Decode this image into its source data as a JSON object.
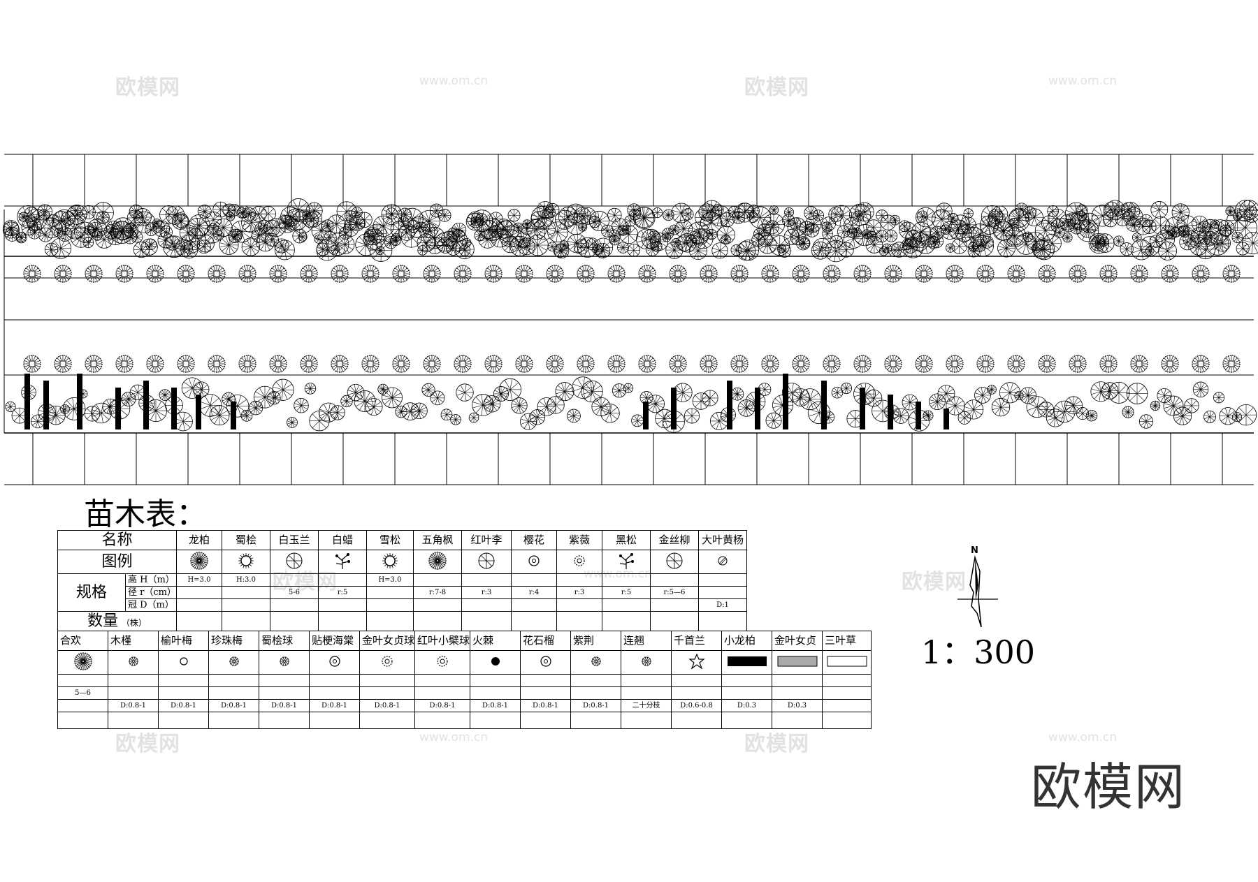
{
  "watermark": {
    "brand": "欧模网",
    "url": "www.om.cn"
  },
  "title": "苗木表：",
  "scale": "1：300",
  "brand_logo": "欧模网",
  "north_label": "N",
  "table1": {
    "row_labels": {
      "name": "名称",
      "legend": "图例",
      "spec": "规格",
      "qty": "数量",
      "qty_unit": "（株）"
    },
    "spec_sub": [
      "高 H（m）",
      "径 r（cm）",
      "冠 D（m）"
    ],
    "columns": [
      {
        "name": "龙柏",
        "icon": "starburst-tree-icon",
        "h": "H=3.0",
        "r": "",
        "d": ""
      },
      {
        "name": "蜀桧",
        "icon": "spiky-ball-icon",
        "h": "H:3.0",
        "r": "",
        "d": ""
      },
      {
        "name": "白玉兰",
        "icon": "flower-tree-icon",
        "h": "",
        "r": "5-6",
        "d": ""
      },
      {
        "name": "白蜡",
        "icon": "branch-tree-icon",
        "h": "",
        "r": "r:5",
        "d": ""
      },
      {
        "name": "雪松",
        "icon": "cedar-icon",
        "h": "H=3.0",
        "r": "",
        "d": ""
      },
      {
        "name": "五角枫",
        "icon": "maple-icon",
        "h": "",
        "r": "r:7-8",
        "d": ""
      },
      {
        "name": "红叶李",
        "icon": "plum-icon",
        "h": "",
        "r": "r:3",
        "d": ""
      },
      {
        "name": "樱花",
        "icon": "cherry-icon",
        "h": "",
        "r": "r:4",
        "d": ""
      },
      {
        "name": "紫薇",
        "icon": "crape-myrtle-icon",
        "h": "",
        "r": "r:3",
        "d": ""
      },
      {
        "name": "黑松",
        "icon": "pine-icon",
        "h": "",
        "r": "r:5",
        "d": ""
      },
      {
        "name": "金丝柳",
        "icon": "willow-icon",
        "h": "",
        "r": "r:5—6",
        "d": ""
      },
      {
        "name": "大叶黄杨",
        "icon": "hatched-circle-icon",
        "h": "",
        "r": "",
        "d": "D:1"
      }
    ]
  },
  "table2": {
    "columns": [
      {
        "name": "合欢",
        "icon": "silk-tree-icon",
        "r": "5—6",
        "d": ""
      },
      {
        "name": "木槿",
        "icon": "hibiscus-icon",
        "r": "",
        "d": "D:0.8-1"
      },
      {
        "name": "榆叶梅",
        "icon": "small-circle-icon",
        "r": "",
        "d": "D:0.8-1"
      },
      {
        "name": "珍珠梅",
        "icon": "pearl-icon",
        "r": "",
        "d": "D:0.8-1"
      },
      {
        "name": "蜀桧球",
        "icon": "ball-icon",
        "r": "",
        "d": "D:0.8-1"
      },
      {
        "name": "贴梗海棠",
        "icon": "quince-icon",
        "r": "",
        "d": "D:0.8-1"
      },
      {
        "name": "金叶女贞球",
        "icon": "privet-ball-icon",
        "r": "",
        "d": "D:0.8-1"
      },
      {
        "name": "红叶小檗球",
        "icon": "barberry-icon",
        "r": "",
        "d": "D:0.8-1"
      },
      {
        "name": "火棘",
        "icon": "filled-ball-icon",
        "r": "",
        "d": "D:0.8-1"
      },
      {
        "name": "花石榴",
        "icon": "pomegranate-icon",
        "r": "",
        "d": "D:0.8-1"
      },
      {
        "name": "紫荆",
        "icon": "redbud-icon",
        "r": "",
        "d": "D:0.8-1"
      },
      {
        "name": "连翘",
        "icon": "forsythia-icon",
        "r": "",
        "d": "二十分枝"
      },
      {
        "name": "千首兰",
        "icon": "star-icon",
        "r": "",
        "d": "D:0.6-0.8"
      },
      {
        "name": "小龙柏",
        "icon": "black-hedge-icon",
        "r": "",
        "d": "D:0.3"
      },
      {
        "name": "金叶女贞",
        "icon": "dotted-hedge-icon",
        "r": "",
        "d": "D:0.3"
      },
      {
        "name": "三叶草",
        "icon": "empty-hedge-icon",
        "r": "",
        "d": ""
      }
    ]
  }
}
